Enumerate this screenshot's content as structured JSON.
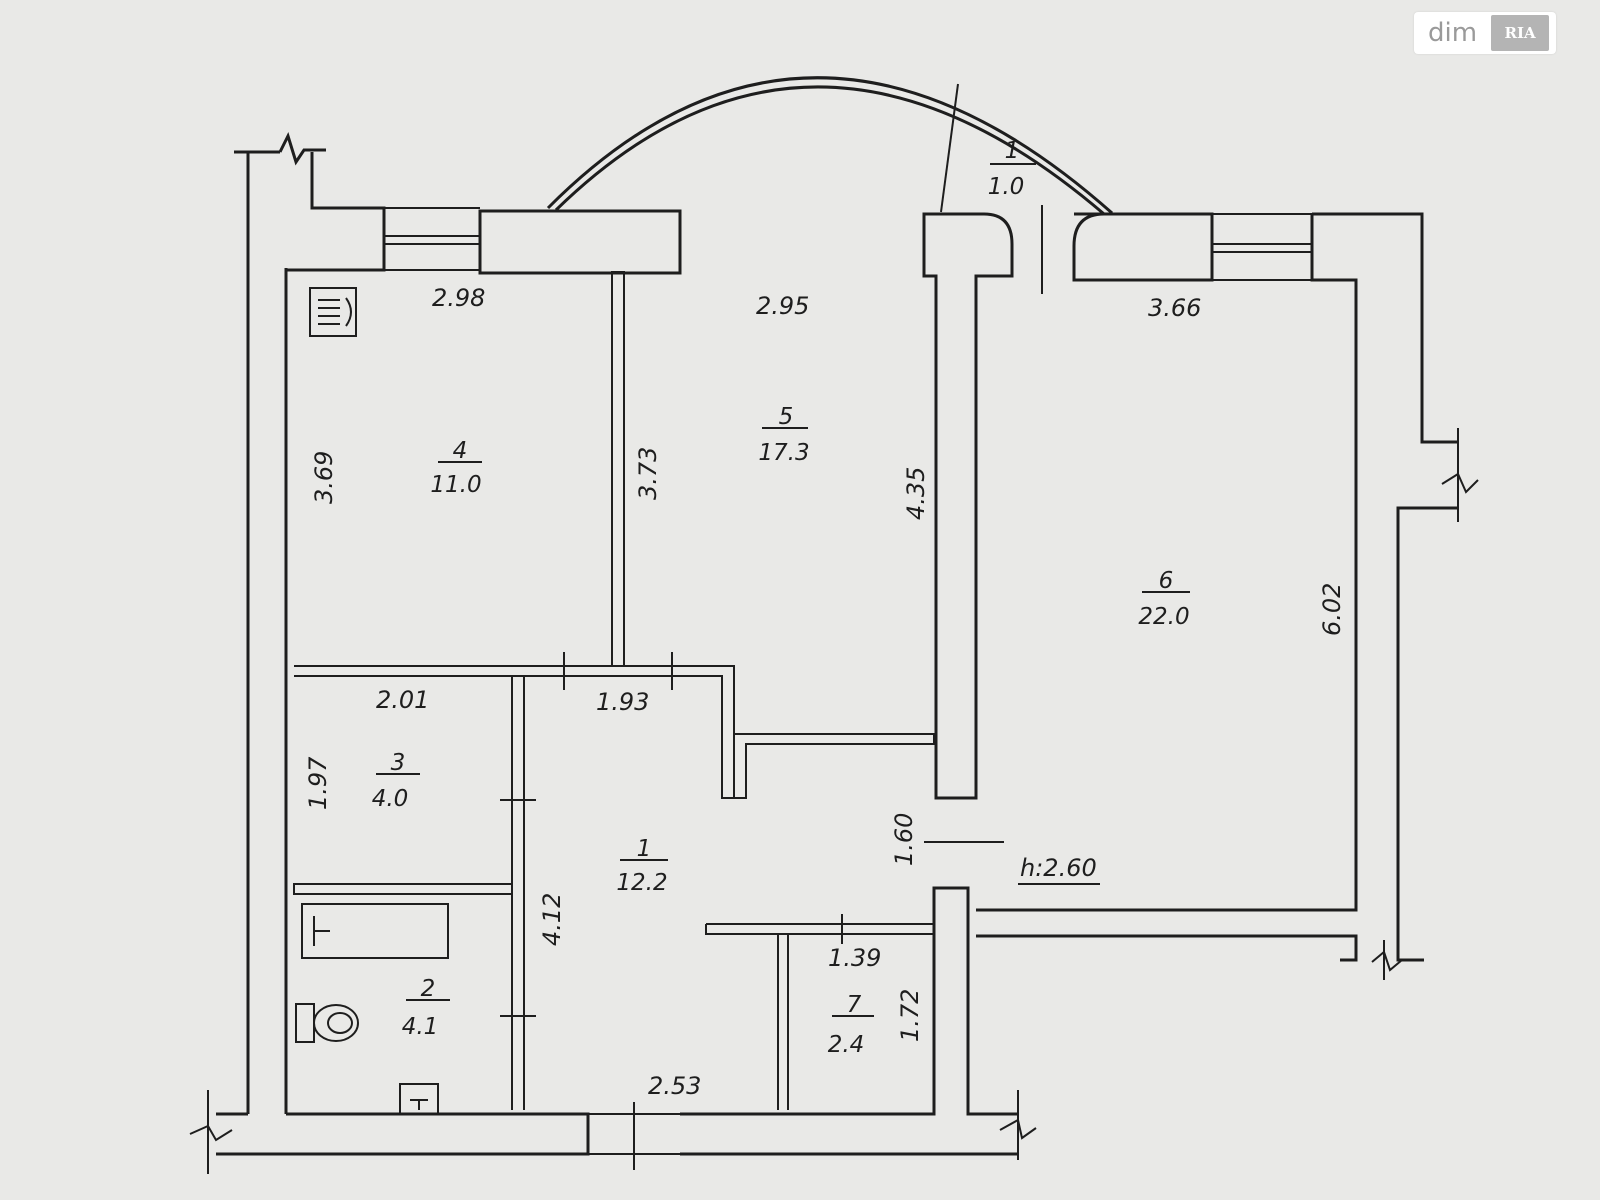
{
  "watermark": {
    "brand": "dim",
    "badge": "RIA"
  },
  "rooms": [
    {
      "number": "1",
      "area": "12.2"
    },
    {
      "number": "2",
      "area": "4.1"
    },
    {
      "number": "3",
      "area": "4.0"
    },
    {
      "number": "4",
      "area": "11.0"
    },
    {
      "number": "5",
      "area": "17.3"
    },
    {
      "number": "6",
      "area": "22.0"
    },
    {
      "number": "7",
      "area": "2.4"
    }
  ],
  "balcony": {
    "number": "1",
    "area": "1.0"
  },
  "dimensions": [
    "2.98",
    "2.95",
    "3.66",
    "3.69",
    "3.73",
    "4.35",
    "6.02",
    "2.01",
    "1.93",
    "1.97",
    "1.60",
    "4.12",
    "1.39",
    "1.72",
    "2.53"
  ],
  "ceiling_height": "h:2.60"
}
